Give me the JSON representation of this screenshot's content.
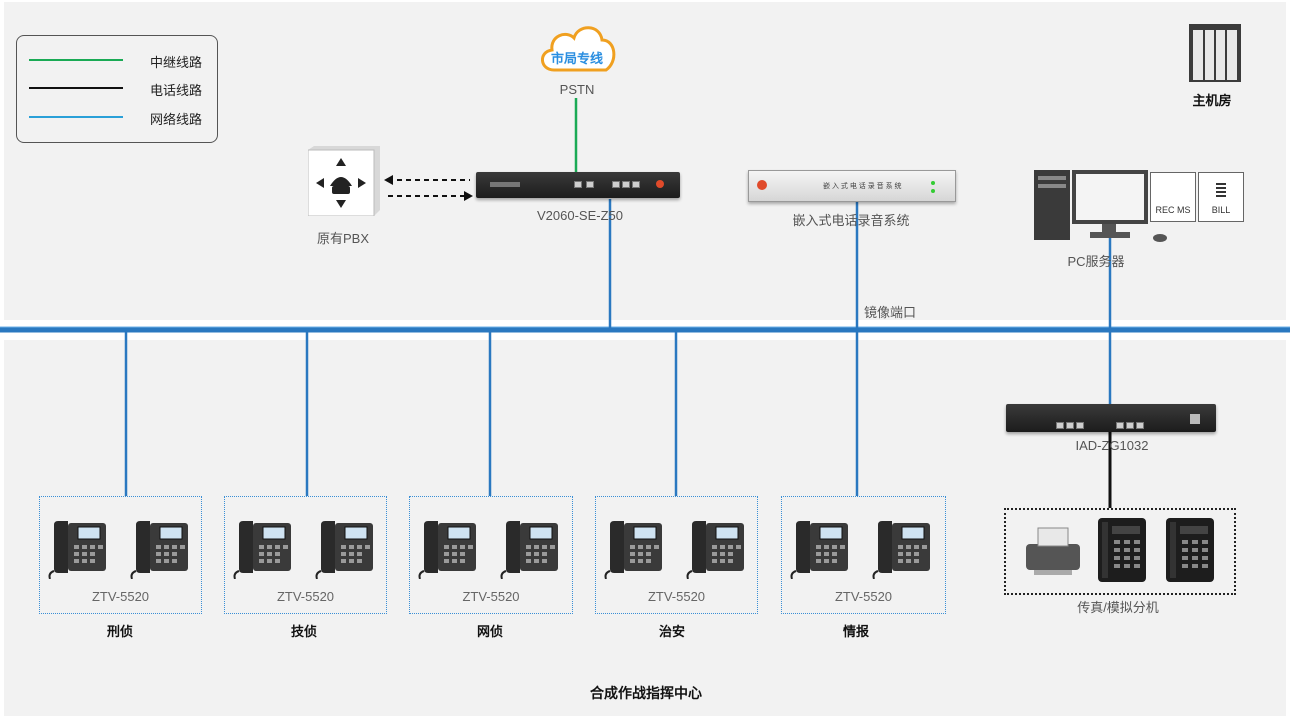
{
  "legend": {
    "trunk_label": "中继线路",
    "phone_label": "电话线路",
    "network_label": "网络线路",
    "trunk_color": "#1aaa55",
    "phone_color": "#111111",
    "network_color": "#2aa0d8"
  },
  "pstn": {
    "cloud_label": "市局专线",
    "caption": "PSTN"
  },
  "server_room": {
    "caption": "主机房"
  },
  "old_pbx": {
    "caption": "原有PBX"
  },
  "gateway": {
    "caption": "V2060-SE-Z50"
  },
  "recorder": {
    "caption": "嵌入式电话录音系统",
    "panel_text": "嵌 入 式 电 话 录 音 系 统"
  },
  "mirror_port": {
    "caption": "镜像端口"
  },
  "pc_server": {
    "caption": "PC服务器",
    "rec_ms": "REC MS",
    "bill": "BILL"
  },
  "iad": {
    "caption": "IAD-ZG1032"
  },
  "analog": {
    "caption": "传真/模拟分机"
  },
  "groups": [
    {
      "model": "ZTV-5520",
      "name": "刑侦"
    },
    {
      "model": "ZTV-5520",
      "name": "技侦"
    },
    {
      "model": "ZTV-5520",
      "name": "网侦"
    },
    {
      "model": "ZTV-5520",
      "name": "治安"
    },
    {
      "model": "ZTV-5520",
      "name": "情报"
    }
  ],
  "footer": {
    "title": "合成作战指挥中心"
  }
}
